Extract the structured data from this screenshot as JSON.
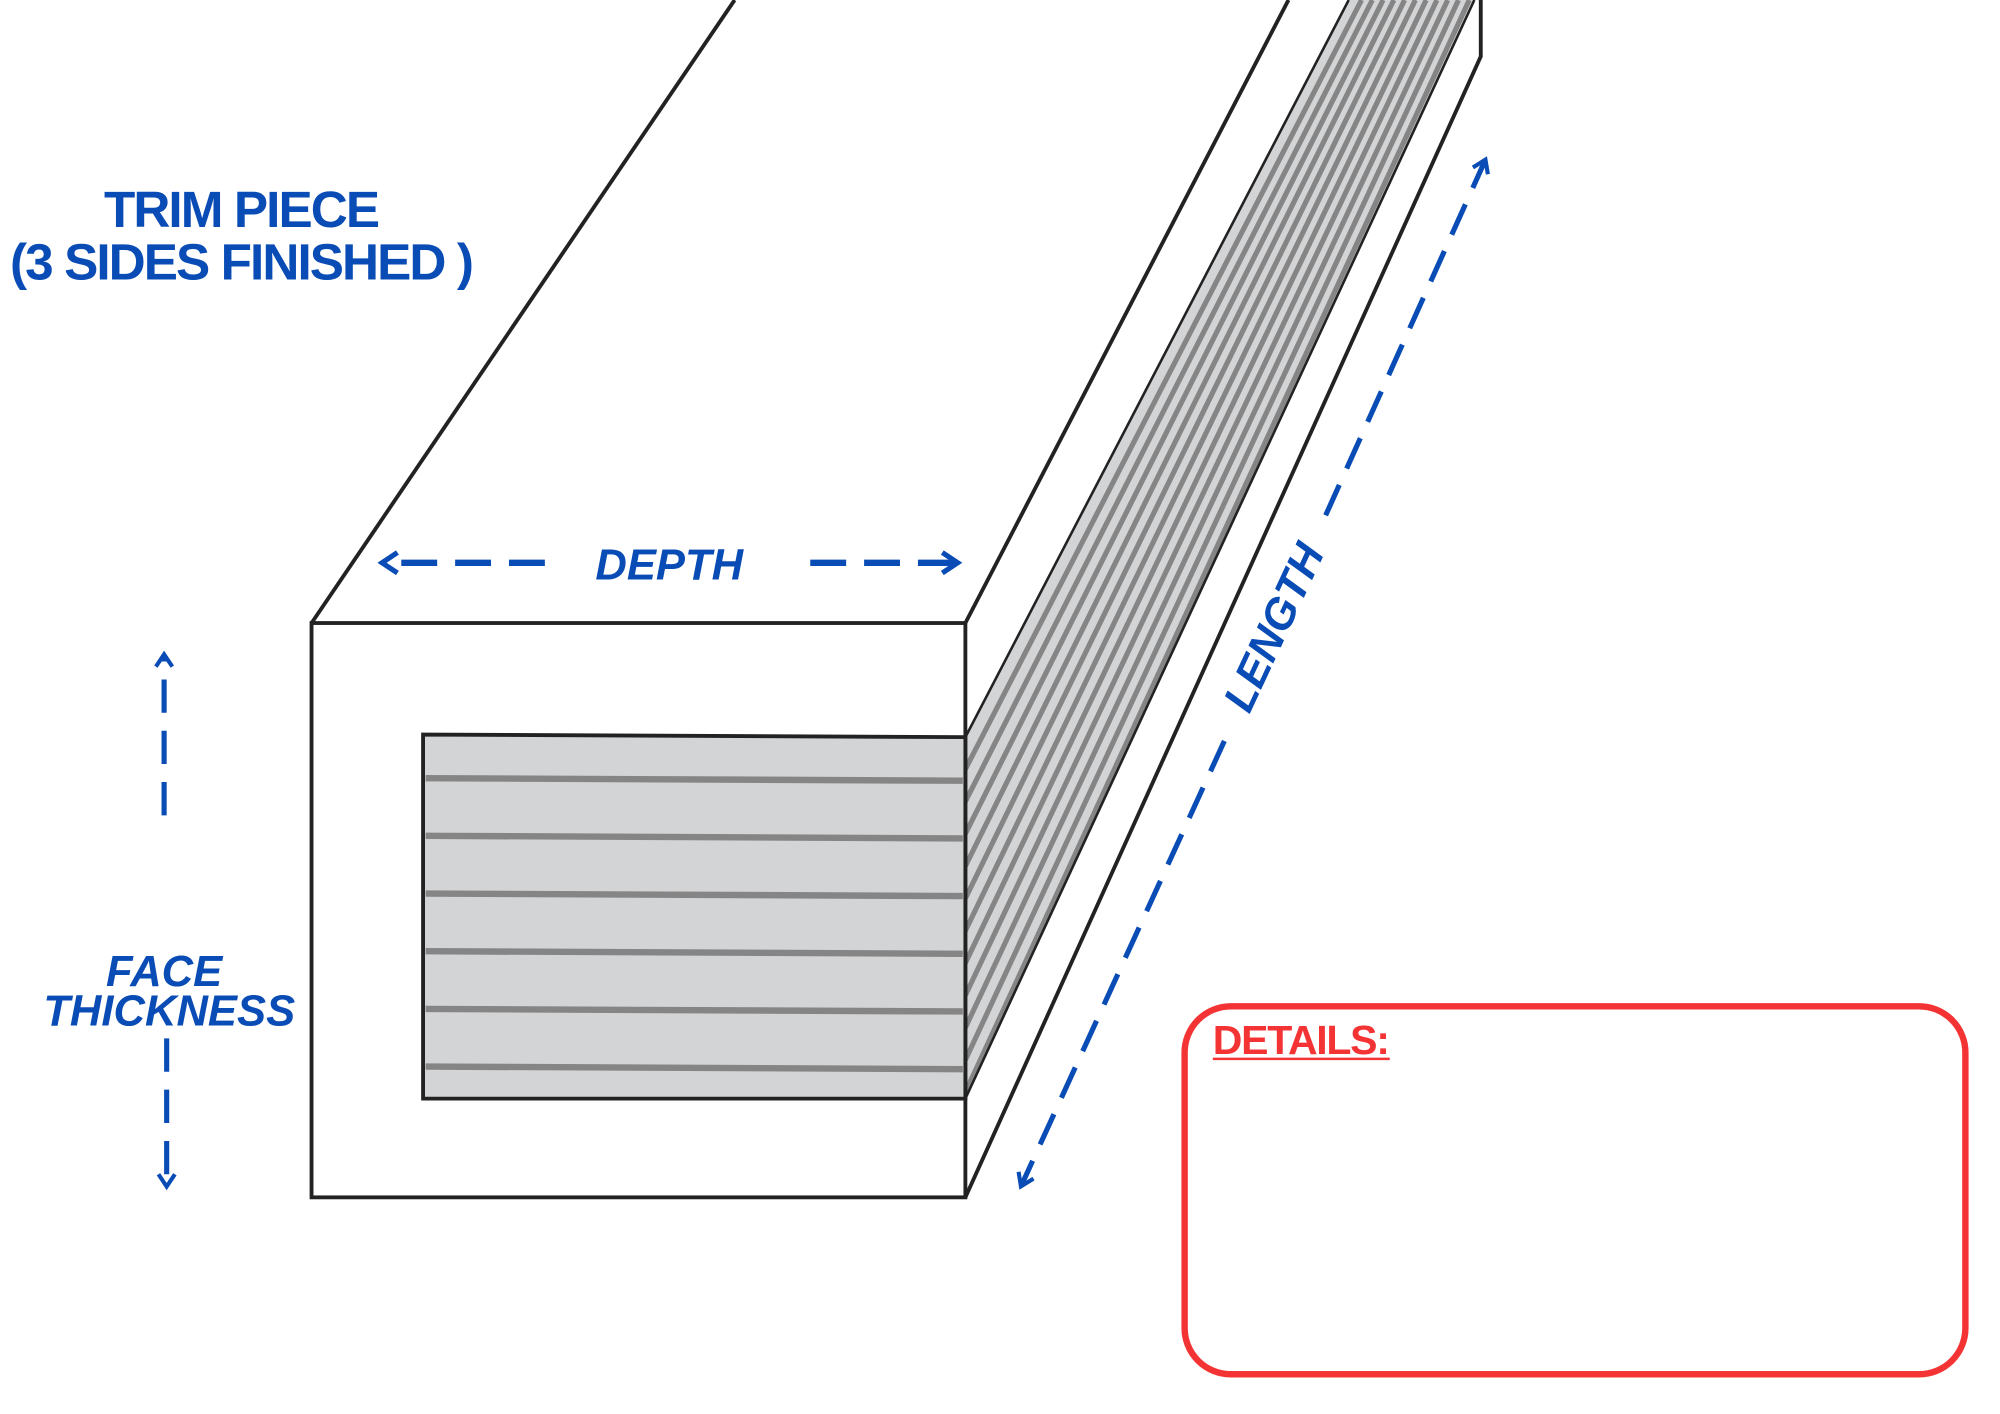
{
  "title": {
    "line1": "TRIM PIECE",
    "line2": "(3 SIDES FINISHED )"
  },
  "labels": {
    "depth": "DEPTH",
    "face_line1": "FACE",
    "face_line2": "THICKNESS",
    "length": "LENGTH"
  },
  "details": {
    "heading": "DETAILS:"
  },
  "colors": {
    "annotation": "#0a4cb5",
    "details": "#f43434",
    "outline": "#222222",
    "finish": "#d3d4d6",
    "groove": "#858585"
  }
}
